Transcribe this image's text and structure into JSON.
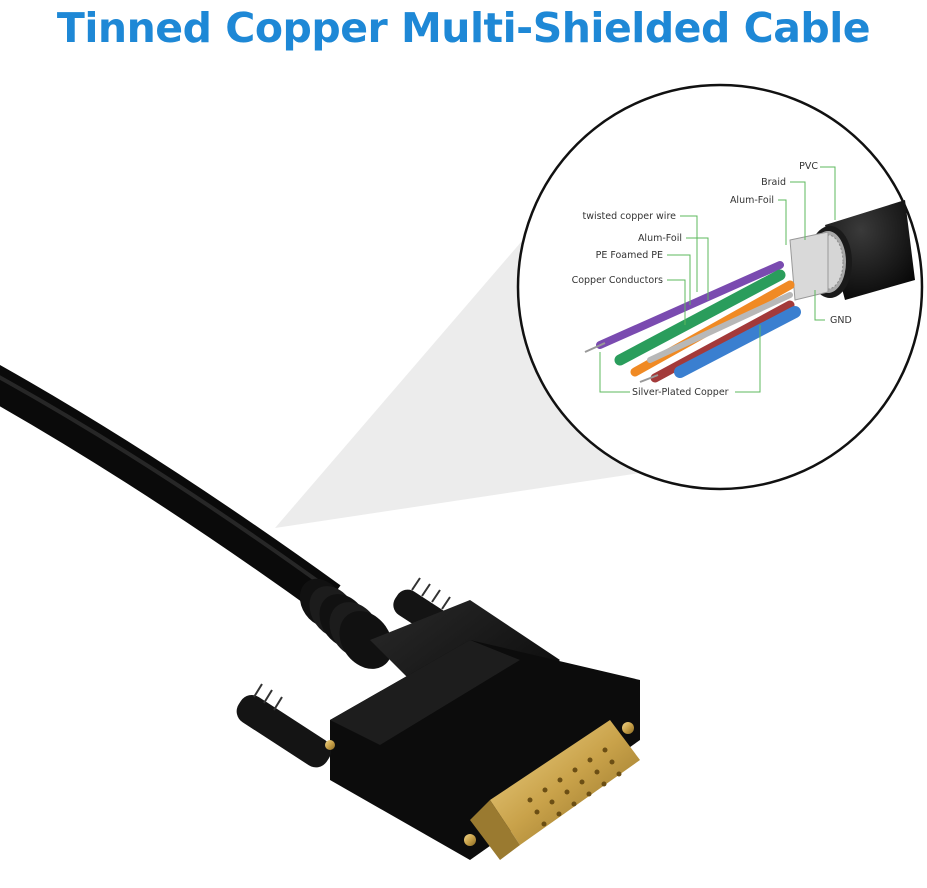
{
  "title": "Tinned Copper Multi-Shielded Cable",
  "colors": {
    "title": "#1e88d6",
    "leader_line": "#5cb85c",
    "cable_black": "#0d0d0d",
    "gold": "#c9a24a",
    "zoom_wedge": "#ececec"
  },
  "labels": {
    "pvc": "PVC",
    "braid": "Braid",
    "alum_foil_outer": "Alum-Foil",
    "twisted_copper_wire": "twisted copper wire",
    "alum_foil_inner": "Alum-Foil",
    "pe_foamed_pe": "PE Foamed PE",
    "copper_conductors": "Copper Conductors",
    "gnd": "GND",
    "silver_plated_copper": "Silver-Plated Copper"
  }
}
